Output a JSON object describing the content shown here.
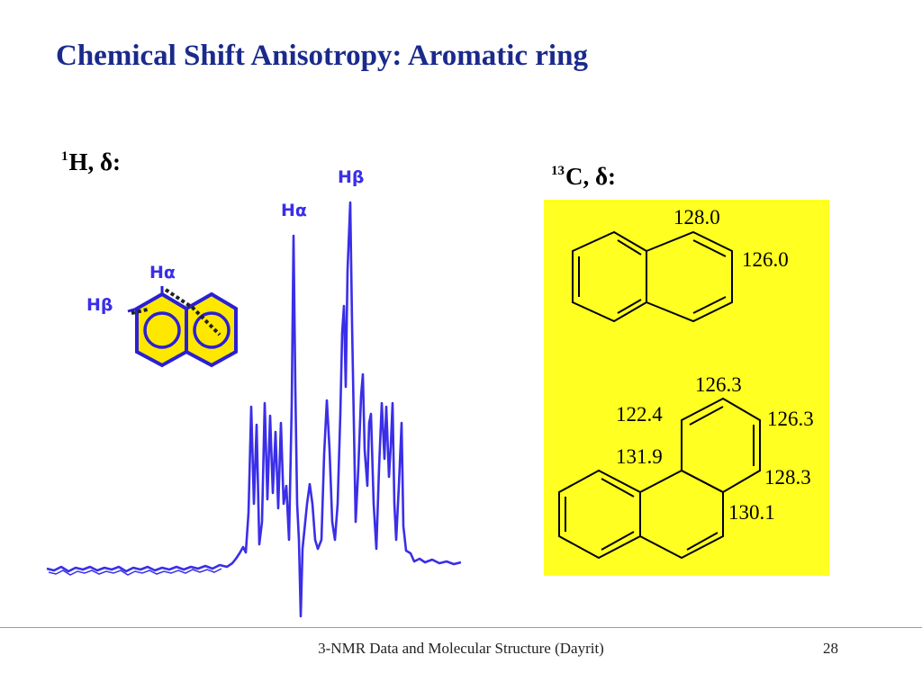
{
  "slide": {
    "title": "Chemical Shift Anisotropy: Aromatic ring",
    "h_label": {
      "sup": "1",
      "text": "H, δ:"
    },
    "c_label": {
      "sup": "13",
      "text": "C, δ:"
    },
    "footer": "3-NMR Data and Molecular Structure (Dayrit)",
    "page_number": "28"
  },
  "spectrum": {
    "peak_labels": {
      "h_alpha": "Hα",
      "h_beta": "Hβ"
    },
    "color": "#3a2ee8"
  },
  "naphthalene_inset": {
    "h_alpha": "Hα",
    "h_beta": "Hβ",
    "ring_fill": "#ffe800",
    "ring_stroke": "#2a1fd6"
  },
  "c13_panel": {
    "background": "#ffff22",
    "naphthalene": {
      "c_alpha": "128.0",
      "c_beta": "126.0"
    },
    "phenanthrene": {
      "c3": "126.3",
      "c4": "122.4",
      "c2": "126.3",
      "c4a": "131.9",
      "c1": "128.3",
      "c10a": "130.1"
    }
  }
}
